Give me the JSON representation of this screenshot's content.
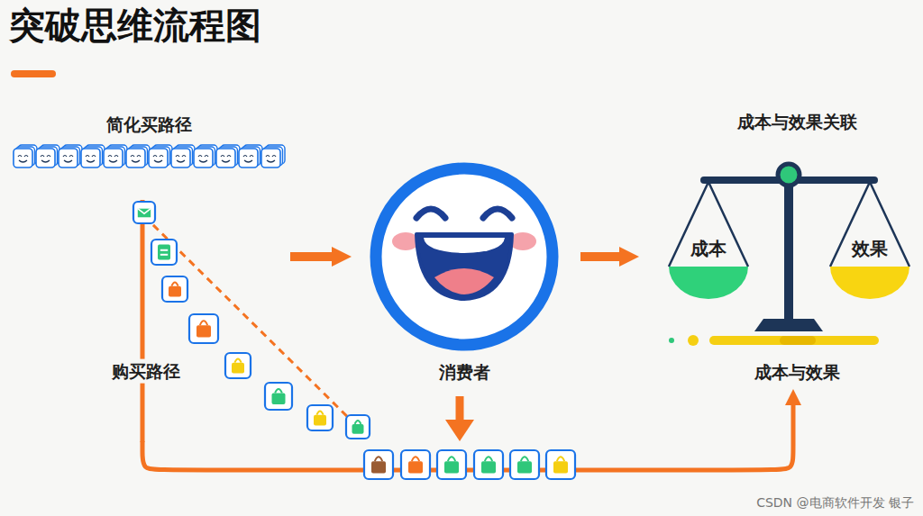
{
  "diagram": {
    "title": "突破思维流程图",
    "nodes": [
      {
        "text": [
          "简化买路径"
        ]
      },
      {
        "text": [
          "消费者"
        ]
      },
      {
        "text": [
          "成本与效果关联",
          "成本与效果"
        ]
      },
      {
        "text": [
          "成本"
        ],
        "in": 2
      },
      {
        "text": [
          "效果"
        ],
        "in": 2
      }
    ],
    "edges": [
      {
        "from": 0,
        "to": 1,
        "arrow": "to"
      },
      {
        "from": 1,
        "to": 2,
        "arrow": "to"
      },
      {
        "from": 0,
        "to": 2,
        "arrow": "to",
        "label": "购买路径"
      }
    ],
    "labels": [
      "CSDN @电商软件开发 银子"
    ]
  }
}
